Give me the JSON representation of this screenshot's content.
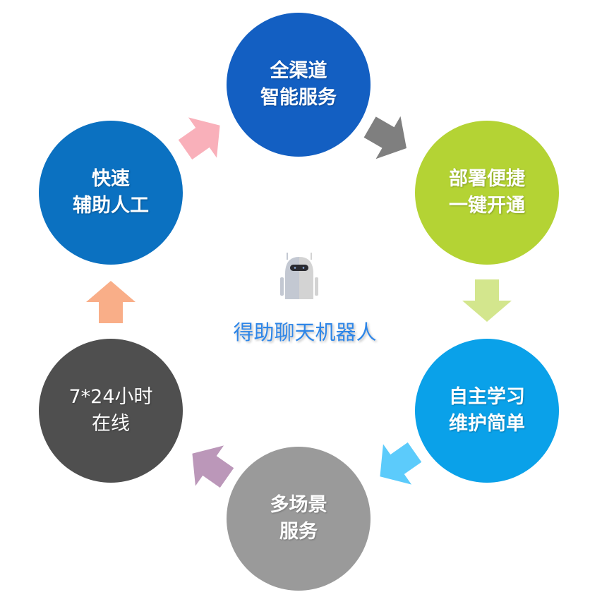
{
  "center": {
    "title": "得助聊天机器人",
    "icon": "robot-icon"
  },
  "nodes": [
    {
      "id": "omnichannel",
      "lines": [
        "全渠道",
        "智能服务"
      ],
      "color": "#135fc2"
    },
    {
      "id": "deploy",
      "lines": [
        "部署便捷",
        "一键开通"
      ],
      "color": "#b4d334"
    },
    {
      "id": "selflearn",
      "lines": [
        "自主学习",
        "维护简单"
      ],
      "color": "#0aa1e9"
    },
    {
      "id": "multiscene",
      "lines": [
        "多场景",
        "服务"
      ],
      "color": "#9a9a9a"
    },
    {
      "id": "online",
      "lines": [
        "7*24小时",
        "在线"
      ],
      "color": "#4f4f4f"
    },
    {
      "id": "assist",
      "lines": [
        "快速",
        "辅助人工"
      ],
      "color": "#0b71c1"
    }
  ],
  "arrows": [
    {
      "from": "omnichannel",
      "to": "deploy",
      "color": "#7f7f7f"
    },
    {
      "from": "deploy",
      "to": "selflearn",
      "color": "#d3e68d"
    },
    {
      "from": "selflearn",
      "to": "multiscene",
      "color": "#5ccbfb"
    },
    {
      "from": "multiscene",
      "to": "online",
      "color": "#bb97b9"
    },
    {
      "from": "online",
      "to": "assist",
      "color": "#f9ae88"
    },
    {
      "from": "assist",
      "to": "omnichannel",
      "color": "#f9b0ba"
    }
  ]
}
